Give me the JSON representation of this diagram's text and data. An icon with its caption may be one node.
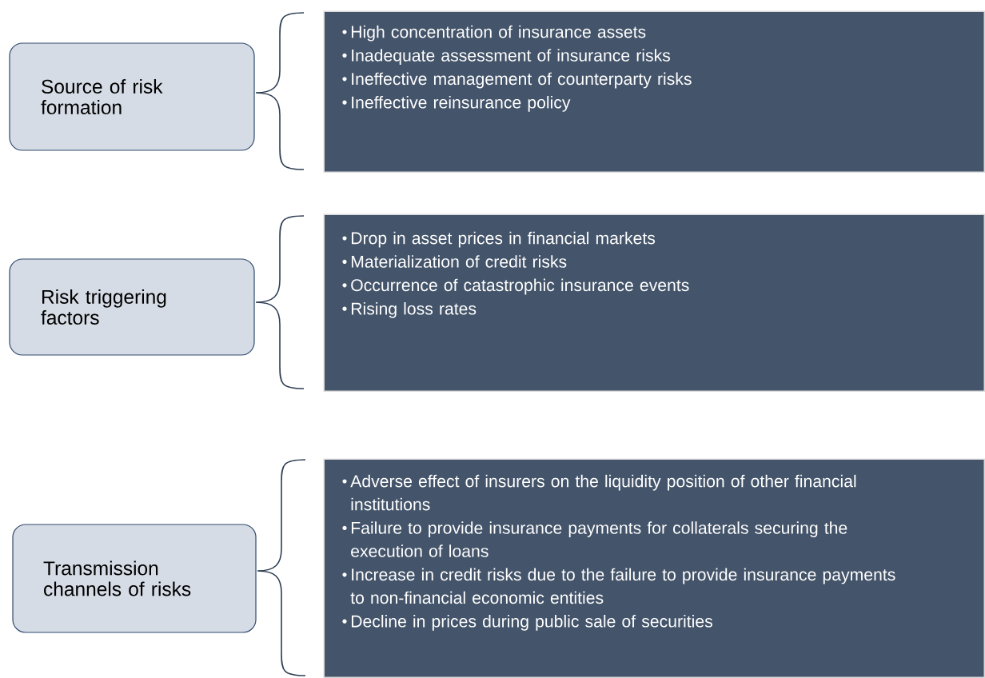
{
  "diagram": {
    "nodes": [
      {
        "text": [
          "Source of risk formation"
        ]
      },
      {
        "text": [
          "High concentration of insurance assets",
          "Inadequate assessment of insurance risks",
          "Ineffective management of counterparty risks",
          "Ineffective reinsurance policy"
        ]
      },
      {
        "text": [
          "Risk triggering factors"
        ]
      },
      {
        "text": [
          "Drop in asset prices in financial markets",
          "Materialization of credit risks",
          "Occurrence of catastrophic insurance events",
          "Rising loss rates"
        ]
      },
      {
        "text": [
          "Transmission channels of risks"
        ]
      },
      {
        "text": [
          "Adverse effect of insurers on the liquidity position of other financial institutions",
          "Failure to provide insurance payments for collaterals securing the execution of loans",
          "Increase in credit risks due to the failure to provide insurance payments to non-financial economic entities",
          "Decline in prices during public sale of securities"
        ]
      }
    ]
  }
}
